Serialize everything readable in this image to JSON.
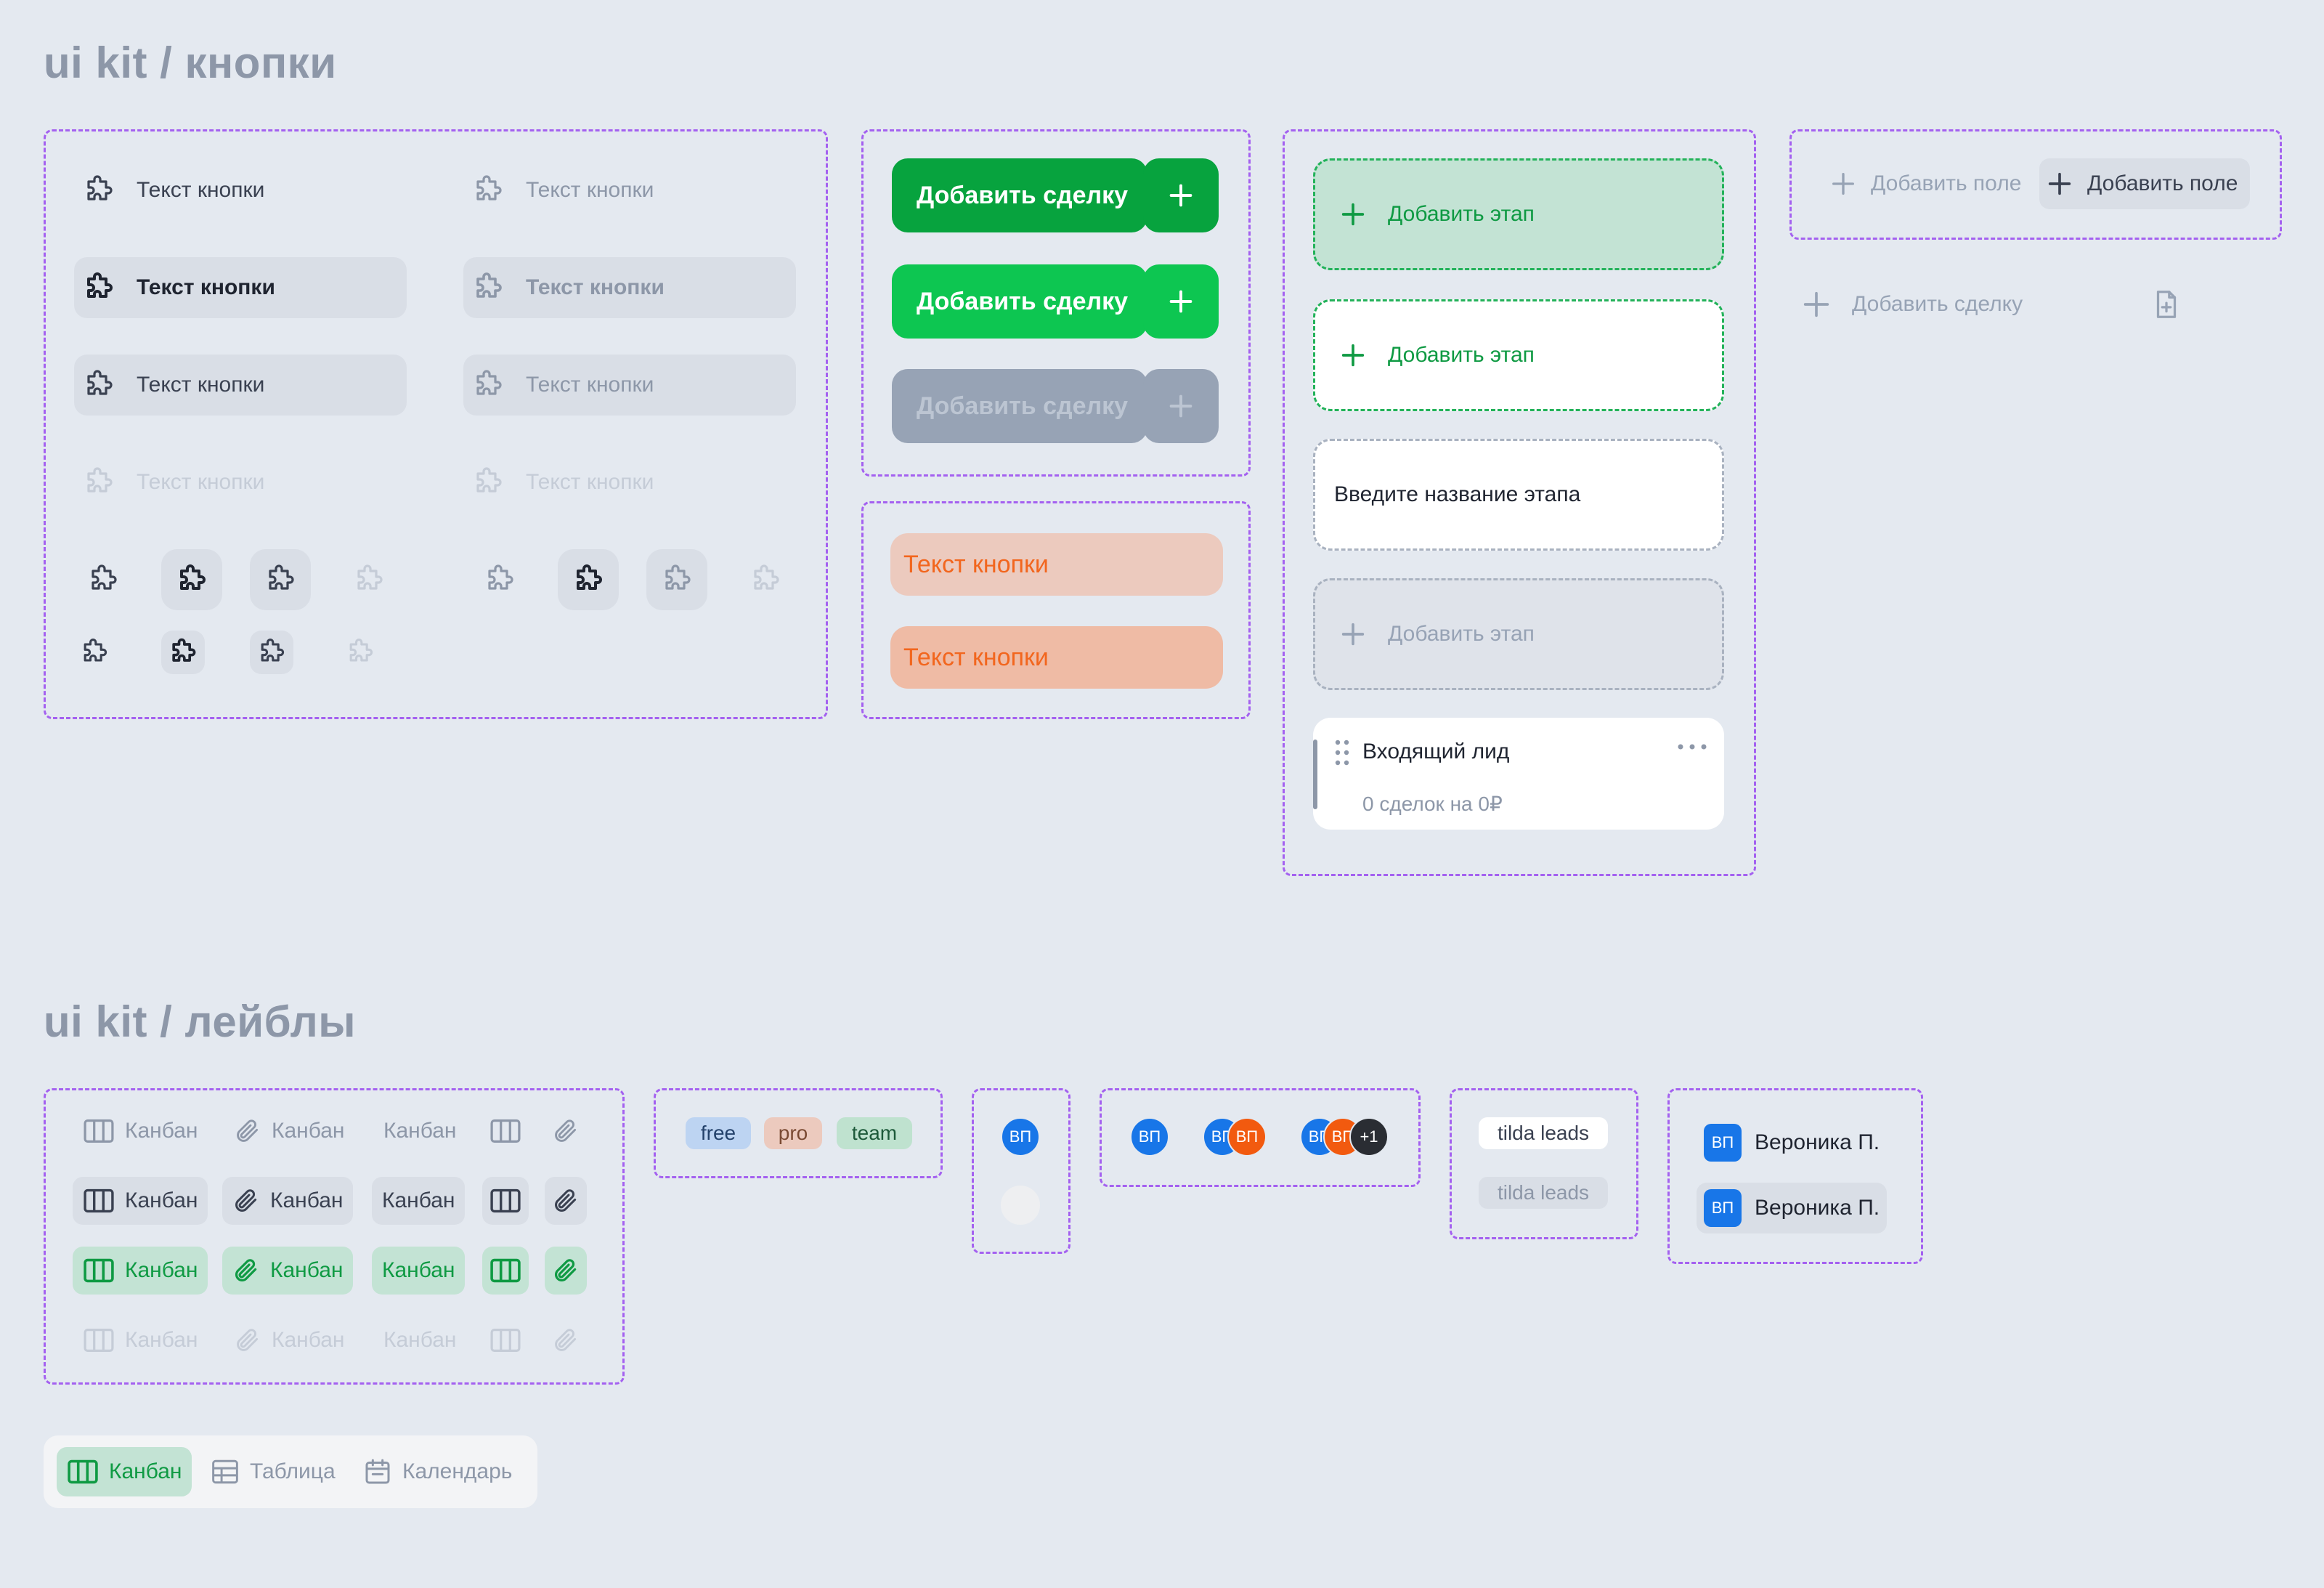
{
  "titles": {
    "buttons": "ui kit / кнопки",
    "labels": "ui kit / лейблы"
  },
  "text_buttons": {
    "label": "Текст кнопки"
  },
  "deal_buttons": {
    "label": "Добавить сделку"
  },
  "orange_buttons": {
    "label": "Текст кнопки"
  },
  "stages": {
    "add_stage": "Добавить этап",
    "input_placeholder": "Введите название этапа",
    "card_title": "Входящий лид",
    "card_subtitle": "0 сделок на 0₽"
  },
  "fields": {
    "add_field": "Добавить поле",
    "add_deal": "Добавить сделку"
  },
  "labels": {
    "kanban": "Канбан"
  },
  "plans": {
    "free": "free",
    "pro": "pro",
    "team": "team"
  },
  "avatars": {
    "initials": "ВП",
    "more": "+1"
  },
  "tags": {
    "tilda": "tilda leads"
  },
  "user": {
    "name": "Вероника П."
  },
  "view_switch": {
    "kanban": "Канбан",
    "table": "Таблица",
    "calendar": "Календарь"
  },
  "colors": {
    "green": "#07a33e",
    "green_bright": "#0dc651",
    "grey_btn": "#97a3b5",
    "orange_text": "#f2661e",
    "avatar_blue": "#1876e8",
    "avatar_orange": "#f25a0f",
    "dashed": "#a461f0",
    "bg": "#e4e9f0"
  }
}
